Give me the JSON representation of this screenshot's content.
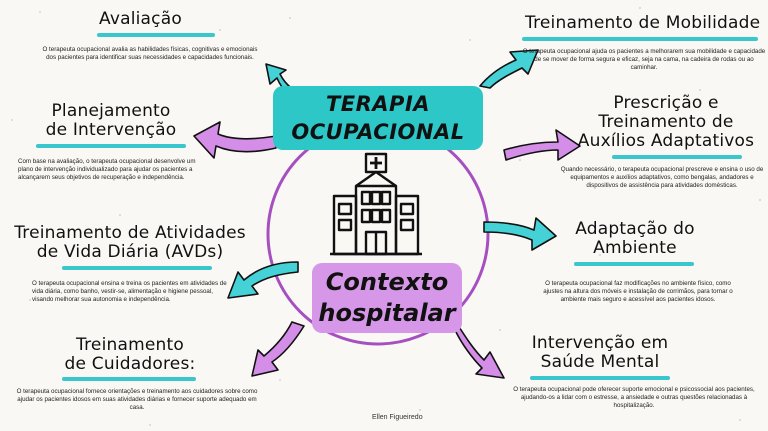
{
  "center": {
    "top_line1": "TERAPIA",
    "top_line2": "OCUPACIONAL",
    "bottom_line1": "Contexto",
    "bottom_line2": "hospitalar"
  },
  "sections": {
    "avaliacao": {
      "title": "Avaliação",
      "desc": "O terapeuta ocupacional avalia as habilidades físicas, cognitivas e emocionais dos pacientes para identificar suas necessidades e capacidades funcionais."
    },
    "planejamento": {
      "title1": "Planejamento",
      "title2": "de Intervenção",
      "desc": "Com base na avaliação, o terapeuta ocupacional desenvolve um plano de intervenção individualizado para ajudar os pacientes a alcançarem seus objetivos de recuperação e independência."
    },
    "avds": {
      "title1": "Treinamento de Atividades",
      "title2": "de Vida Diária (AVDs)",
      "desc": "O terapeuta ocupacional ensina e treina os pacientes em atividades de vida diária, como banho, vestir-se, alimentação e higiene pessoal, visando melhorar sua autonomia e independência."
    },
    "cuidadores": {
      "title1": "Treinamento",
      "title2": "de Cuidadores:",
      "desc": "O terapeuta ocupacional fornece orientações e treinamento aos cuidadores sobre como ajudar os pacientes idosos em suas atividades diárias e fornecer suporte adequado em casa."
    },
    "mobilidade": {
      "title": "Treinamento de Mobilidade",
      "desc": "O terapeuta ocupacional ajuda os pacientes a melhorarem sua mobilidade e capacidade de se mover de forma segura e eficaz, seja na cama, na cadeira de rodas ou ao caminhar."
    },
    "prescricao": {
      "title1": "Prescrição e",
      "title2": "Treinamento de",
      "title3": "Auxílios Adaptativos",
      "desc": "Quando necessário, o terapeuta ocupacional prescreve e ensina o uso de equipamentos e auxílios adaptativos, como bengalas, andadores e dispositivos de assistência para atividades domésticas."
    },
    "adaptacao": {
      "title1": "Adaptação do",
      "title2": "Ambiente",
      "desc": "O terapeuta ocupacional faz modificações no ambiente físico, como ajustes na altura dos móveis e instalação de corrimãos, para tornar o ambiente mais seguro e acessível aos pacientes idosos."
    },
    "saude_mental": {
      "title1": "Intervenção em",
      "title2": "Saúde Mental",
      "desc": "O terapeuta ocupacional pode oferecer suporte emocional e psicossocial aos pacientes, ajudando-os a lidar com o estresse, a ansiedade e outras questões relacionadas à hospitalização."
    }
  },
  "credit": "Ellen Figueiredo",
  "colors": {
    "teal": "#2ec7c7",
    "purple": "#d697e8",
    "ring": "#a64fc0",
    "underline": "#39c6cc"
  },
  "icons": [
    "hospital-building-icon",
    "medical-cross-icon"
  ]
}
